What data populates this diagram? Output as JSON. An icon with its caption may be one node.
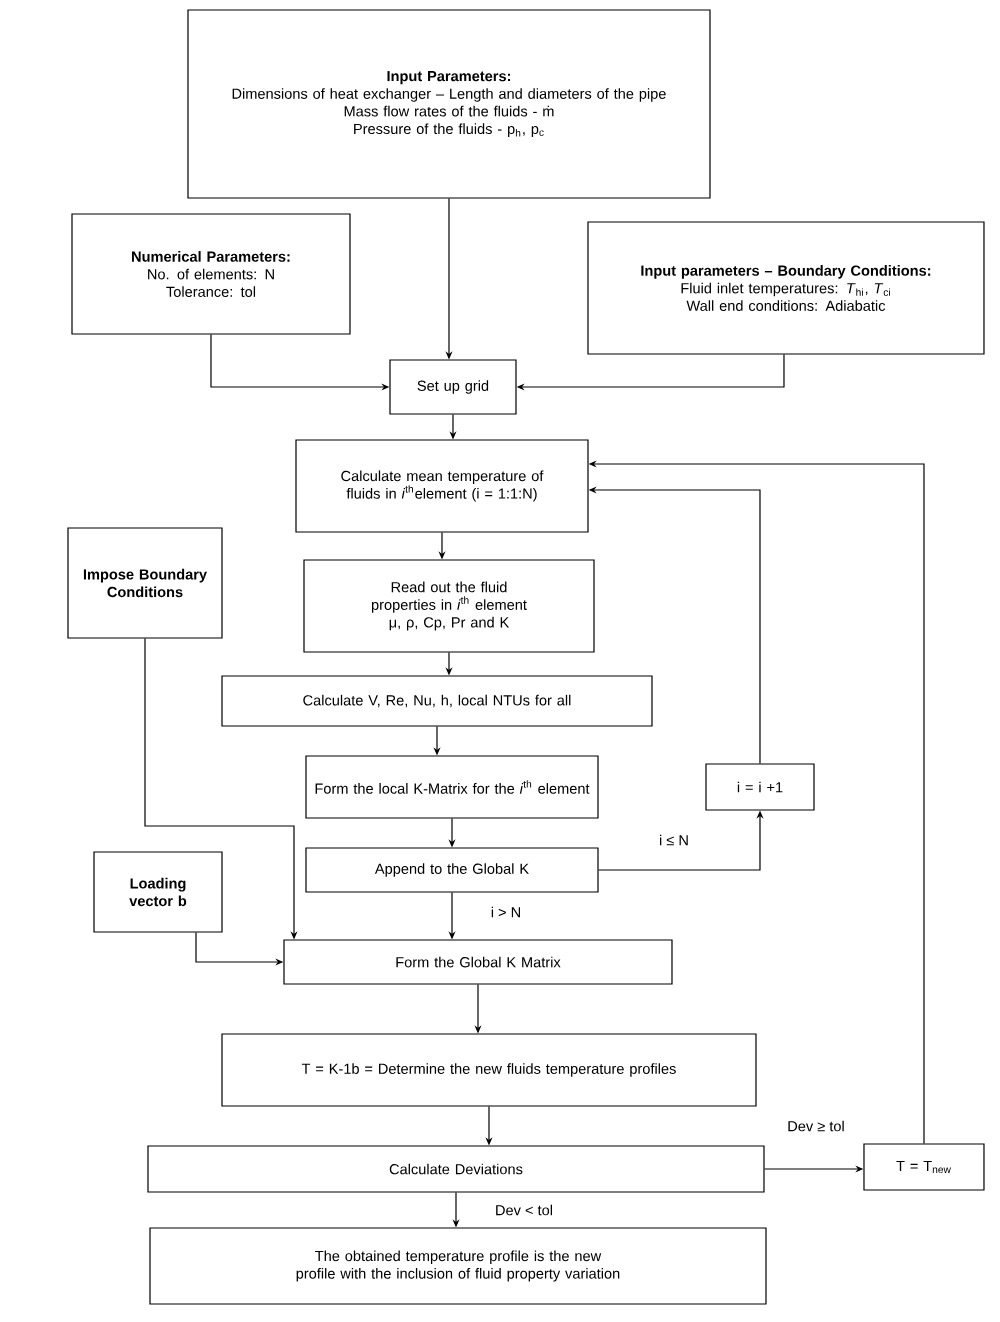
{
  "diagram": {
    "nodes": [
      {
        "text": [
          "Input Parameters:",
          "Dimensions of heat exchanger – Length and diameters of the pipe",
          "Mass flow rates of the fluids - ṁ",
          "Pressure of the fluids - p$_{h}$, p$_{c}$"
        ]
      },
      {
        "text": [
          "Numerical Parameters:",
          "No. of elements: N",
          "Tolerance: tol"
        ]
      },
      {
        "text": [
          "Input parameters – Boundary Conditions:",
          "Fluid inlet temperatures: *T*$_{hi}$, *T*$_{ci}$",
          "Wall end conditions: Adiabatic"
        ]
      },
      {
        "text": [
          "Set up grid"
        ]
      },
      {
        "text": [
          "Calculate mean temperature of fluids in *i*$^{th}$element (i = 1:1:N)"
        ]
      },
      {
        "text": [
          "Impose Boundary Conditions"
        ]
      },
      {
        "text": [
          "Read out the fluid properties in *i*$^{th}$ element",
          "μ, ρ, Cp, Pr and K"
        ]
      },
      {
        "text": [
          "Calculate V, Re, Nu, h, local NTUs for all"
        ]
      },
      {
        "text": [
          "Form the local K-Matrix for the *i*$^{th}$ element"
        ]
      },
      {
        "text": [
          "i = i +1"
        ]
      },
      {
        "text": [
          "Loading vector b"
        ]
      },
      {
        "text": [
          "Append to the Global K"
        ]
      },
      {
        "text": [
          "Form the Global K Matrix"
        ]
      },
      {
        "text": [
          "T = K-1b = Determine the new fluids temperature profiles"
        ]
      },
      {
        "text": [
          "Calculate Deviations"
        ]
      },
      {
        "text": [
          "T = T$_{new}$"
        ]
      },
      {
        "text": [
          "The obtained temperature profile is the new profile with the inclusion of fluid property variation"
        ]
      }
    ],
    "edges": [
      {
        "from": 0,
        "to": 3,
        "arrow": "to"
      },
      {
        "from": 1,
        "to": 3,
        "arrow": "to"
      },
      {
        "from": 2,
        "to": 3,
        "arrow": "to"
      },
      {
        "from": 3,
        "to": 4,
        "arrow": "to"
      },
      {
        "from": 4,
        "to": 6,
        "arrow": "to"
      },
      {
        "from": 6,
        "to": 7,
        "arrow": "to"
      },
      {
        "from": 7,
        "to": 8,
        "arrow": "to"
      },
      {
        "from": 8,
        "to": 11,
        "arrow": "to"
      },
      {
        "from": 11,
        "to": 9,
        "label": "i ≤ N",
        "arrow": "to"
      },
      {
        "from": 9,
        "to": 4,
        "arrow": "to"
      },
      {
        "from": 11,
        "to": 12,
        "label": "i > N",
        "arrow": "to"
      },
      {
        "from": 5,
        "to": 12,
        "arrow": "to"
      },
      {
        "from": 10,
        "to": 12,
        "arrow": "to"
      },
      {
        "from": 12,
        "to": 13,
        "arrow": "to"
      },
      {
        "from": 13,
        "to": 14,
        "arrow": "to"
      },
      {
        "from": 14,
        "to": 15,
        "label": "Dev ≥ tol",
        "arrow": "to"
      },
      {
        "from": 15,
        "to": 4,
        "arrow": "to"
      },
      {
        "from": 14,
        "to": 16,
        "label": "Dev < tol",
        "arrow": "to"
      }
    ]
  }
}
